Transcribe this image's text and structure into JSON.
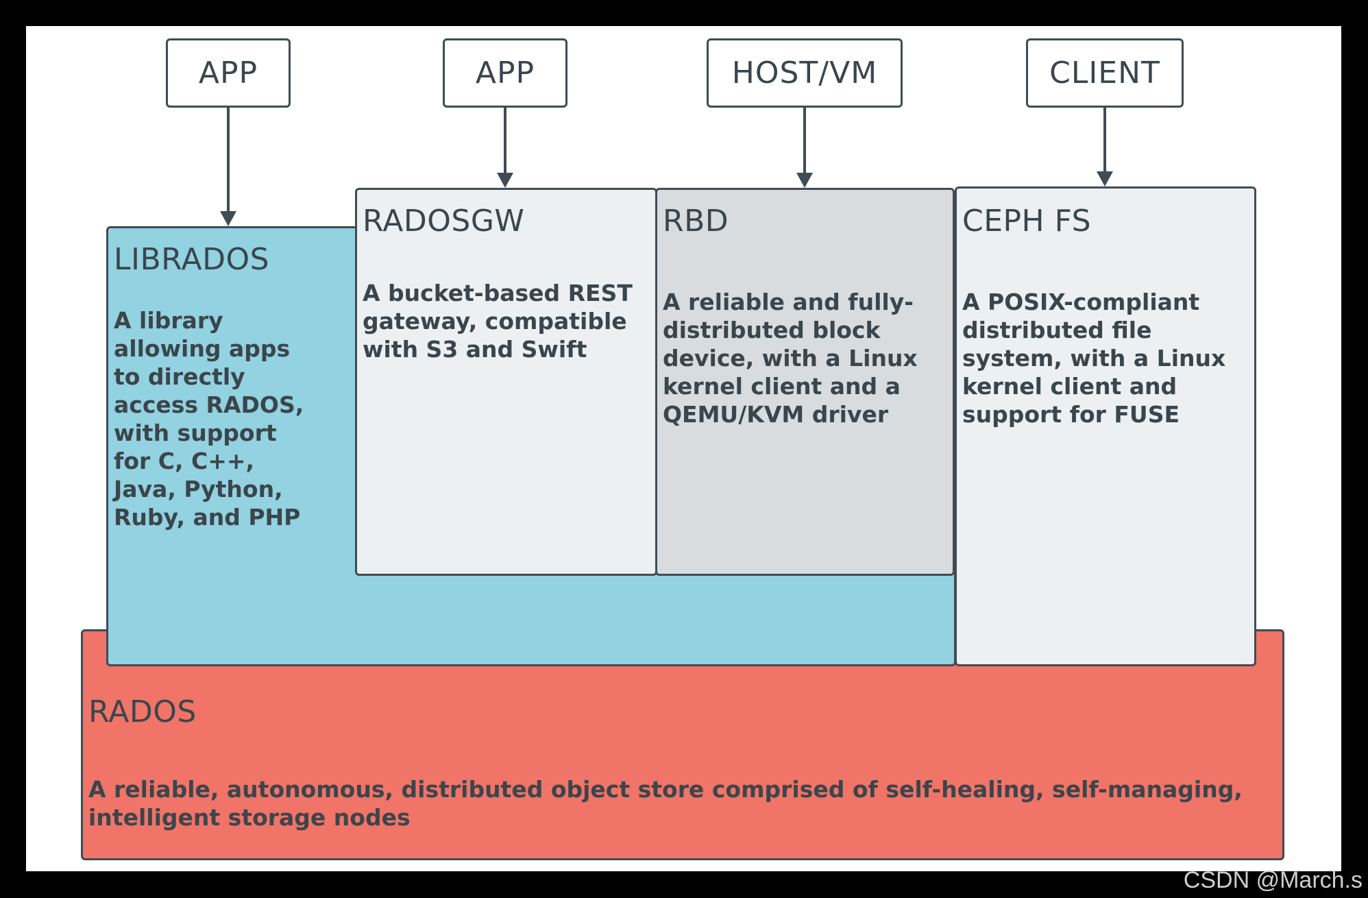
{
  "clients": [
    {
      "label": "APP"
    },
    {
      "label": "APP"
    },
    {
      "label": "HOST/VM"
    },
    {
      "label": "CLIENT"
    }
  ],
  "layers": {
    "librados": {
      "title": "LIBRADOS",
      "desc": "A library allowing apps to directly access RADOS, with support for C, C++, Java, Python, Ruby, and PHP",
      "color": "#93d2e0"
    },
    "radosgw": {
      "title": "RADOSGW",
      "desc": "A bucket-based REST gateway, compatible with S3 and Swift",
      "color": "#edf0f2"
    },
    "rbd": {
      "title": "RBD",
      "desc": "A reliable and fully-distributed block device, with a Linux kernel client and a QEMU/KVM driver",
      "color": "#d8dcde"
    },
    "cephfs": {
      "title": "CEPH FS",
      "desc": "A POSIX-compliant distributed file system, with a Linux kernel client and support for FUSE",
      "color": "#edf0f2"
    },
    "rados": {
      "title": "RADOS",
      "desc": "A reliable, autonomous, distributed object store comprised of self-healing, self-managing, intelligent storage nodes",
      "color": "#f07467"
    }
  },
  "watermark": "CSDN @March.s"
}
